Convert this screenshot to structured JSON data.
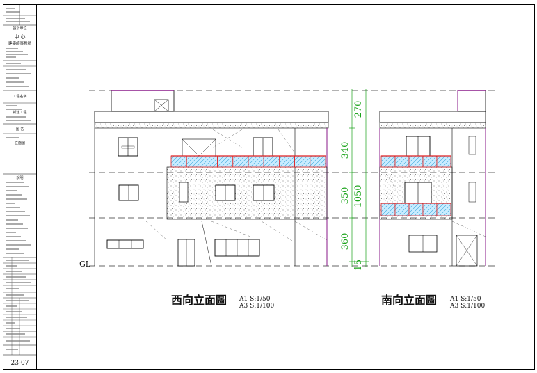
{
  "title_block": {
    "rows": [
      {
        "text": "設計單位"
      },
      {
        "text": "中 心"
      },
      {
        "text": "建築師事務所"
      },
      {
        "text": "工程名稱"
      },
      {
        "text": "新建工程"
      },
      {
        "text": "圖 名"
      },
      {
        "text": "立面圖"
      },
      {
        "text": "說明"
      }
    ],
    "sheet_code": "23-07"
  },
  "dimensions": {
    "left_col": [
      "270",
      "340",
      "350",
      "360",
      "15"
    ],
    "total": "1050"
  },
  "level_mark": "GL",
  "views": [
    {
      "title": "西向立面圖",
      "scale_a1": "A1 S:1/50",
      "scale_a3": "A3 S:1/100"
    },
    {
      "title": "南向立面圖",
      "scale_a1": "A1 S:1/50",
      "scale_a3": "A3 S:1/100"
    }
  ],
  "colors": {
    "frame": "#000000",
    "dimension": "#1aa31a",
    "railing_frame": "#e02020",
    "glass": "#7fd4ff",
    "accent": "#8a1a8a"
  }
}
